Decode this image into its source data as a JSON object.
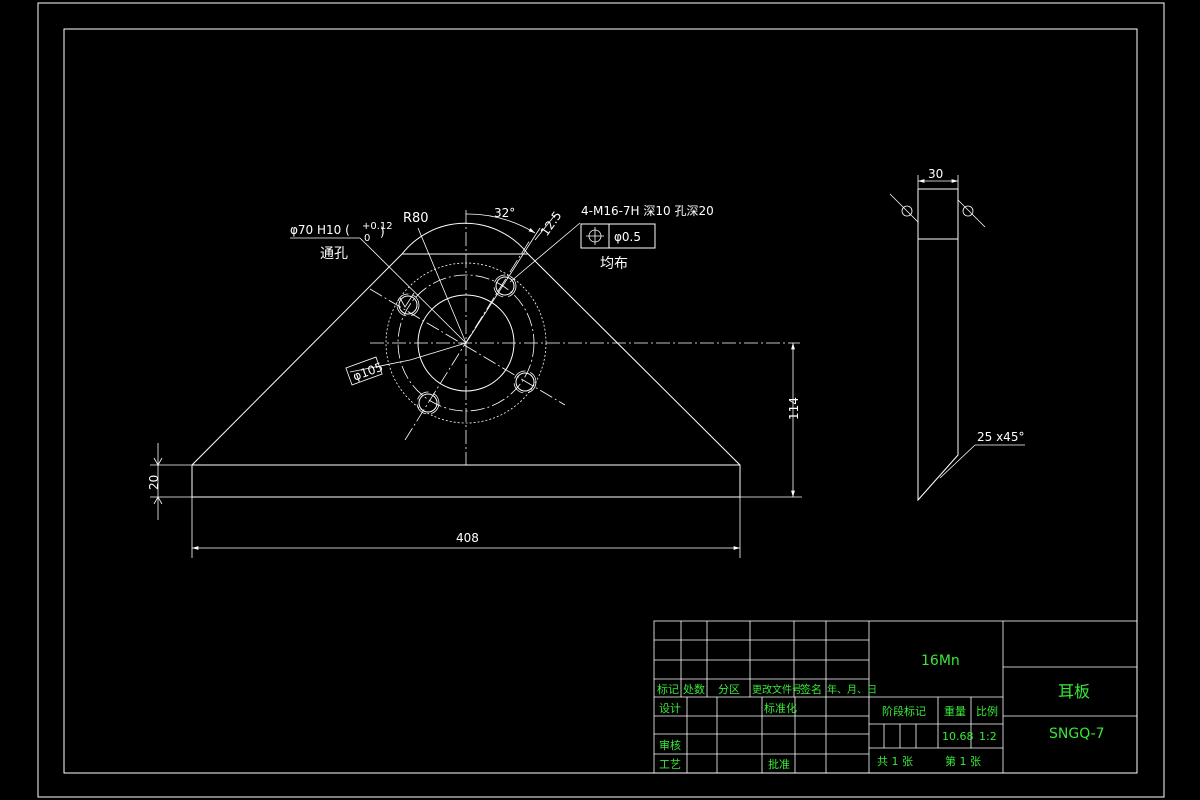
{
  "colors": {
    "background": "#000000",
    "line": "#ffffff",
    "title_text": "#38e838"
  },
  "annotations": {
    "bore": "φ70 H10 (",
    "bore_tol_upper": "+0.12",
    "bore_tol_lower": "0",
    "bore_tol_close": ")",
    "through_hole": "通孔",
    "radius": "R80",
    "angle": "32°",
    "roughness": "12.5",
    "thread": "4-M16-7H  深10 孔深20",
    "position_tol_value": "φ0.5",
    "evenly": "均布",
    "bolt_circle": "φ105",
    "width": "408",
    "height_total": "114",
    "base_thick": "20",
    "side_thick": "30",
    "chamfer": "25 x45°"
  },
  "title_block": {
    "headers": [
      "标记",
      "处数",
      "分区",
      "更改文件号",
      "签名",
      "年、月、日"
    ],
    "design": "设计",
    "standardize": "标准化",
    "review": "审核",
    "process": "工艺",
    "approve": "批准",
    "material": "16Mn",
    "stage_mark": "阶段标记",
    "weight_label": "重量",
    "scale_label": "比例",
    "weight": "10.68",
    "scale": "1:2",
    "total_sheets": "共  1  张",
    "sheet_no": "第  1  张",
    "part_name": "耳板",
    "drawing_no": "SNGQ-7"
  }
}
